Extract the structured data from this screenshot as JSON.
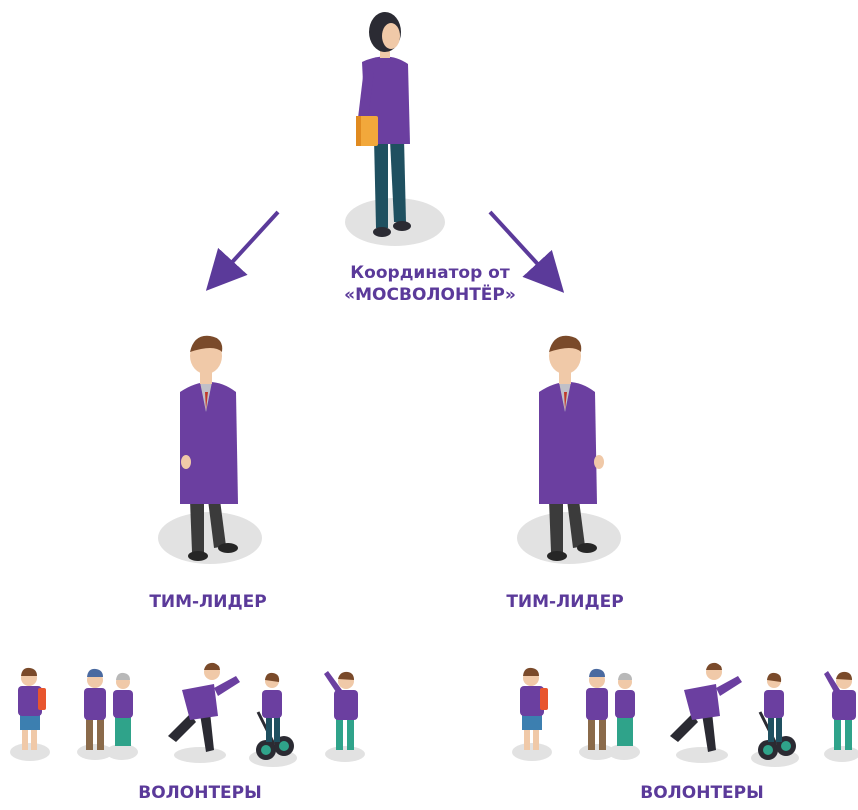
{
  "coordinator": {
    "line1": "Координатор от",
    "line2": "«МОСВОЛОНТЁР»"
  },
  "team_leaders": [
    {
      "label": "ТИМ-ЛИДЕР"
    },
    {
      "label": "ТИМ-ЛИДЕР"
    }
  ],
  "volunteer_groups": [
    {
      "label": "ВОЛОНТЕРЫ"
    },
    {
      "label": "ВОЛОНТЕРЫ"
    }
  ],
  "colors": {
    "accent": "#5b3a9a",
    "label_text": "#5b3a9a",
    "shirt": "#6b3fa0",
    "trousers": "#1f5060",
    "hair": "#2b2b33",
    "skin": "#f0c9a8",
    "shadow": "#e2e2e2"
  }
}
